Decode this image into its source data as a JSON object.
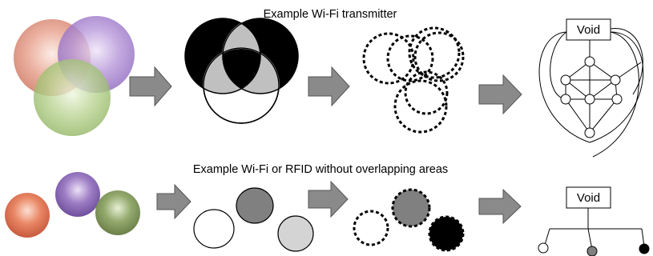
{
  "top_row": {
    "caption": "Example Wi-Fi transmitter",
    "void_label": "Void"
  },
  "bottom_row": {
    "caption": "Example Wi-Fi or RFID without overlapping areas",
    "void_label": "Void"
  },
  "colors": {
    "sphere_red": "#e0806a",
    "sphere_purple": "#9b72c8",
    "sphere_green": "#9bbf6a",
    "arrow_fill": "#8a8a8a",
    "region_black": "#000000",
    "region_gray": "#bdbdbd",
    "region_dark_gray": "#808080",
    "region_light_gray": "#d4d4d4"
  }
}
